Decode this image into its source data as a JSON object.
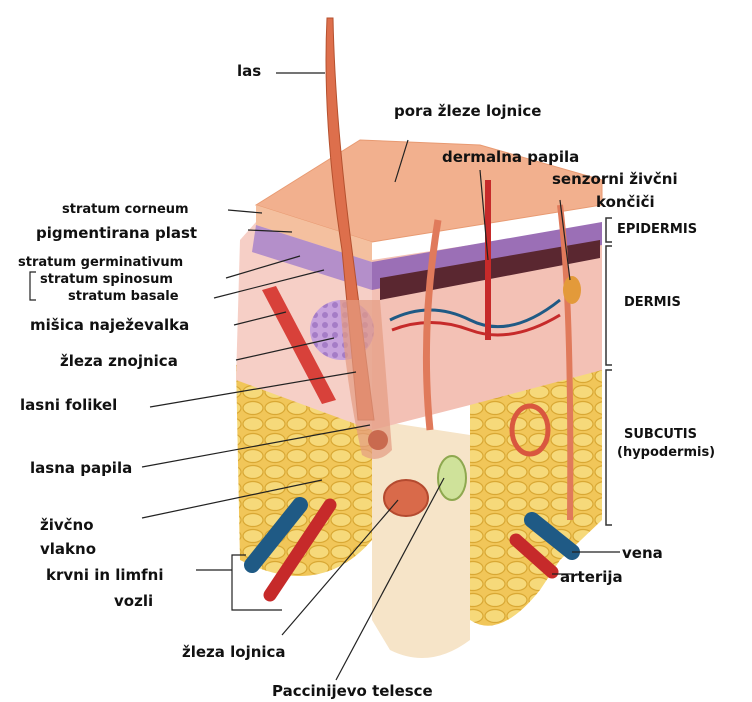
{
  "labels": {
    "las": "las",
    "pora": "pora žleze lojnice",
    "dermalna": "dermalna papila",
    "senzorni1": "senzorni živčni",
    "senzorni2": "končiči",
    "epidermis": "EPIDERMIS",
    "dermis": "DERMIS",
    "subcutis1": "SUBCUTIS",
    "subcutis2": "(hypodermis)",
    "corneum": "stratum corneum",
    "pigment": "pigmentirana plast",
    "germ": "stratum germinativum",
    "spinosum": "stratum spinosum",
    "basale": "stratum basale",
    "misica": "mišica naježevalka",
    "znojnica": "žleza znojnica",
    "folikel": "lasni folikel",
    "papila": "lasna papila",
    "zivcno1": "živčno",
    "zivcno2": "vlakno",
    "krvni1": "krvni in limfni",
    "krvni2": "vozli",
    "lojnica": "žleza lojnica",
    "pacini": "Paccinijevo telesce",
    "vena": "vena",
    "arterija": "arterija"
  },
  "colors": {
    "epidermis": "#f2b08e",
    "pigment_layer": "#a27ab8",
    "dermis": "#f6cfc6",
    "fat": "#f1c659",
    "hair": "#dd6f4c",
    "vein": "#1f5a85",
    "artery": "#c62a2a",
    "gland": "#b38bd0",
    "nerve": "#cfe29a"
  }
}
